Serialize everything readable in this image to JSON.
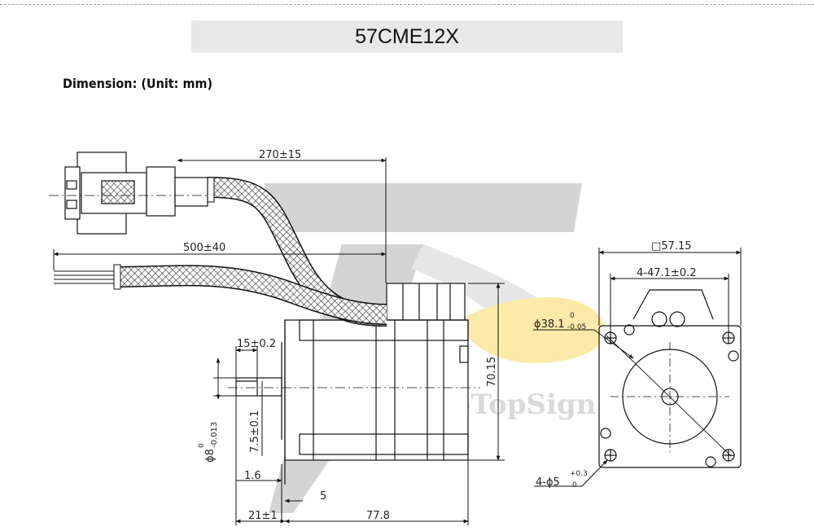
{
  "title": "57CME12X",
  "subtitle": "Dimension: (Unit: mm)",
  "watermark": "WaveTopSign",
  "dimensions": {
    "encoder_cable": "270±15",
    "power_cable": "500±40",
    "shaft_flat": "15±0.2",
    "body_height": "70.15",
    "flange_width": "□57.15",
    "hole_spacing": "4-47.1±0.2",
    "pilot_diameter_base": "ϕ38.1",
    "pilot_tol_upper": "0",
    "pilot_tol_lower": "-0.05",
    "flat_depth": "7.5±0.1",
    "shaft_dia_base": "ϕ8",
    "shaft_tol_upper": "0",
    "shaft_tol_lower": "-0.013",
    "pilot_depth": "1.6",
    "flange_thickness": "5",
    "shaft_length": "21±1",
    "body_length": "77.8",
    "holes_base": "4-ϕ5",
    "holes_tol_upper": "+0.3",
    "holes_tol_lower": "0"
  },
  "colors": {
    "line": "#111111",
    "watermark_gray": "#d4d4d4",
    "watermark_yellow": "#fde9a8",
    "title_bg": "#e8e8e8"
  }
}
